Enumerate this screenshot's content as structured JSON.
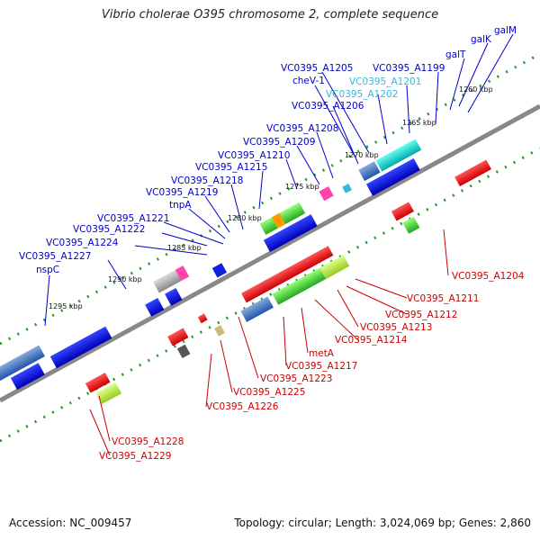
{
  "title": "Vibrio cholerae O395 chromosome 2, complete sequence",
  "footer": {
    "accession": "Accession: NC_009457",
    "summary": "Topology: circular; Length: 3,024,069 bp; Genes: 2,860"
  },
  "ticks": [
    "1260 kbp",
    "1265 kbp",
    "1270 kbp",
    "1275 kbp",
    "1280 kbp",
    "1285 kbp",
    "1290 kbp",
    "1295 kbp"
  ],
  "colors": {
    "forward_label": "#0000cc",
    "reverse_label": "#cc0000",
    "highlight_label": "#33bbdd",
    "backbone": "#888888"
  },
  "forward_genes": [
    "galM",
    "galK",
    "galT",
    "VC0395_A1199",
    "VC0395_A1201",
    "VC0395_A1202",
    "VC0395_A1205",
    "cheV-1",
    "VC0395_A1206",
    "VC0395_A1208",
    "VC0395_A1209",
    "VC0395_A1210",
    "VC0395_A1215",
    "VC0395_A1218",
    "VC0395_A1219",
    "tnpA",
    "VC0395_A1221",
    "VC0395_A1222",
    "VC0395_A1224",
    "VC0395_A1227",
    "nspC"
  ],
  "reverse_genes": [
    "VC0395_A1204",
    "VC0395_A1211",
    "VC0395_A1212",
    "VC0395_A1213",
    "VC0395_A1214",
    "metA",
    "VC0395_A1217",
    "VC0395_A1223",
    "VC0395_A1225",
    "VC0395_A1226",
    "VC0395_A1228",
    "VC0395_A1229"
  ]
}
